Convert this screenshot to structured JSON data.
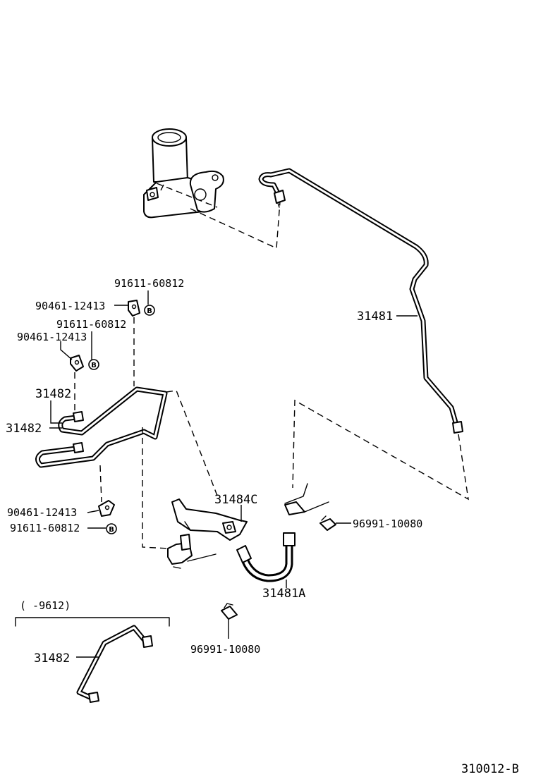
{
  "diagram": {
    "labels": {
      "pipe_31481": "31481",
      "bolt_top_a": "91611-60812",
      "clamp_top_a": "90461-12413",
      "bolt_top_b": "91611-60812",
      "clamp_top_b": "90461-12413",
      "pipe_31482_upper": "31482",
      "pipe_31482_lower": "31482",
      "clamp_bottom": "90461-12413",
      "bolt_bottom": "91611-60812",
      "bracket_31484c": "31484C",
      "clip_right": "96991-10080",
      "hose_31481a": "31481A",
      "clip_bottom": "96991-10080",
      "variant_note": "(      -9612)",
      "pipe_31482_variant": "31482",
      "drawing_number": "310012-B"
    },
    "badge_letter": "B"
  }
}
